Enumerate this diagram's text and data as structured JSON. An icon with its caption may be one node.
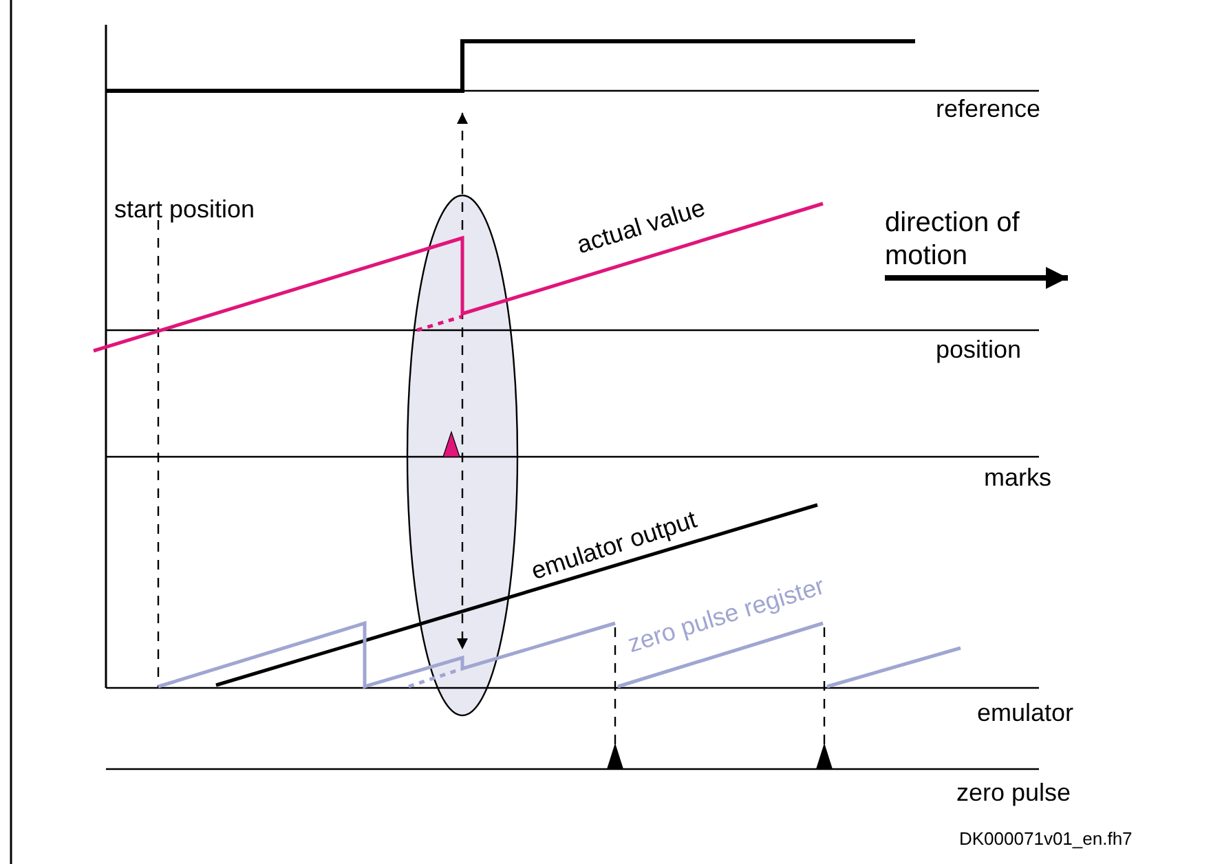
{
  "diagram": {
    "labels": [
      "reference",
      "start position",
      "actual value",
      "direction of motion",
      "position",
      "marks",
      "emulator output",
      "zero pulse register",
      "emulator",
      "zero pulse",
      "DK000071v01_en.fh7"
    ]
  }
}
